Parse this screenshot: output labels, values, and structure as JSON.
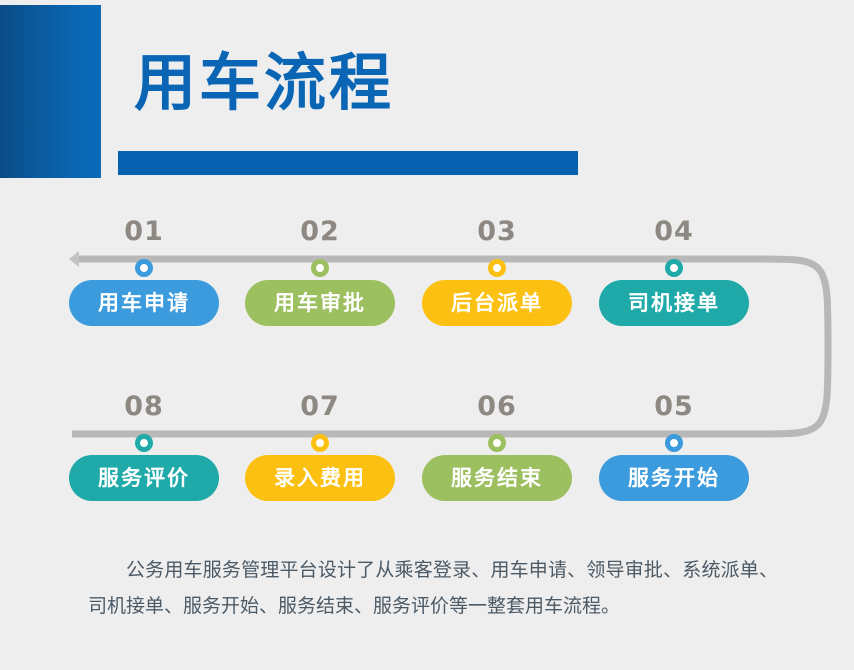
{
  "header": {
    "title": "用车流程",
    "accent_color": "#0a66b5",
    "bar_color": "#0661b0"
  },
  "flow": {
    "line_color": "#b8b8b8",
    "number_color": "#8d8881",
    "row1": [
      {
        "number": "01",
        "label": "用车申请",
        "color": "#3b9bdc"
      },
      {
        "number": "02",
        "label": "用车审批",
        "color": "#9cbf5f"
      },
      {
        "number": "03",
        "label": "后台派单",
        "color": "#fcc013"
      },
      {
        "number": "04",
        "label": "司机接单",
        "color": "#1fa9a9"
      }
    ],
    "row2": [
      {
        "number": "08",
        "label": "服务评价",
        "color": "#1fa9a9"
      },
      {
        "number": "07",
        "label": "录入费用",
        "color": "#fcc013"
      },
      {
        "number": "06",
        "label": "服务结束",
        "color": "#9cbf5f"
      },
      {
        "number": "05",
        "label": "服务开始",
        "color": "#3b9bdc"
      }
    ]
  },
  "caption": {
    "text": "公务用车服务管理平台设计了从乘客登录、用车申请、领导审批、系统派单、司机接单、服务开始、服务结束、服务评价等一整套用车流程。"
  }
}
